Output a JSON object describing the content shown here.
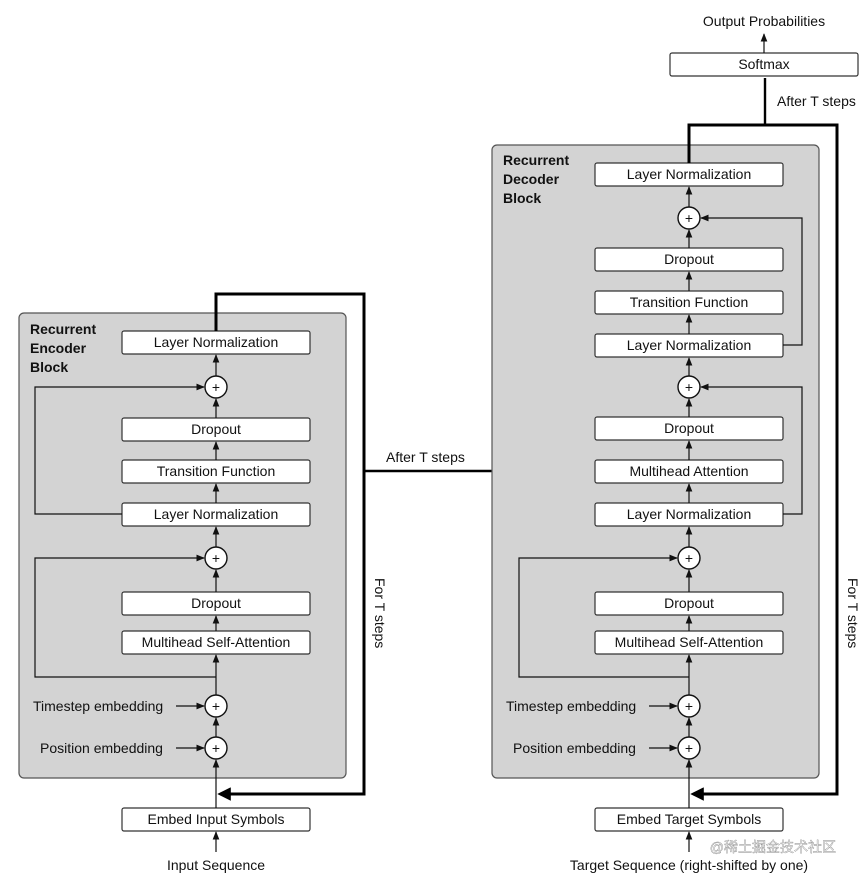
{
  "encoder": {
    "title_lines": [
      "Recurrent",
      "Encoder",
      "Block"
    ],
    "layer_norm_top": "Layer Normalization",
    "dropout_2": "Dropout",
    "transition": "Transition Function",
    "layer_norm_mid": "Layer Normalization",
    "dropout_1": "Dropout",
    "self_attention": "Multihead Self-Attention",
    "timestep_embedding": "Timestep embedding",
    "position_embedding": "Position embedding",
    "embed": "Embed Input Symbols",
    "input": "Input Sequence",
    "loop_label": "For T steps",
    "plus": "+"
  },
  "decoder": {
    "title_lines": [
      "Recurrent",
      "Decoder",
      "Block"
    ],
    "layer_norm_top": "Layer Normalization",
    "dropout_3": "Dropout",
    "transition": "Transition Function",
    "layer_norm_2": "Layer Normalization",
    "dropout_2": "Dropout",
    "cross_attention": "Multihead Attention",
    "layer_norm_1": "Layer Normalization",
    "dropout_1": "Dropout",
    "self_attention": "Multihead Self-Attention",
    "timestep_embedding": "Timestep embedding",
    "position_embedding": "Position embedding",
    "embed": "Embed Target Symbols",
    "input": "Target Sequence (right-shifted by one)",
    "loop_label": "For T steps",
    "plus": "+"
  },
  "connector": {
    "after_steps": "After T steps"
  },
  "output": {
    "softmax": "Softmax",
    "probabilities": "Output Probabilities",
    "after_steps": "After T steps"
  },
  "watermark": "@稀土掘金技术社区"
}
